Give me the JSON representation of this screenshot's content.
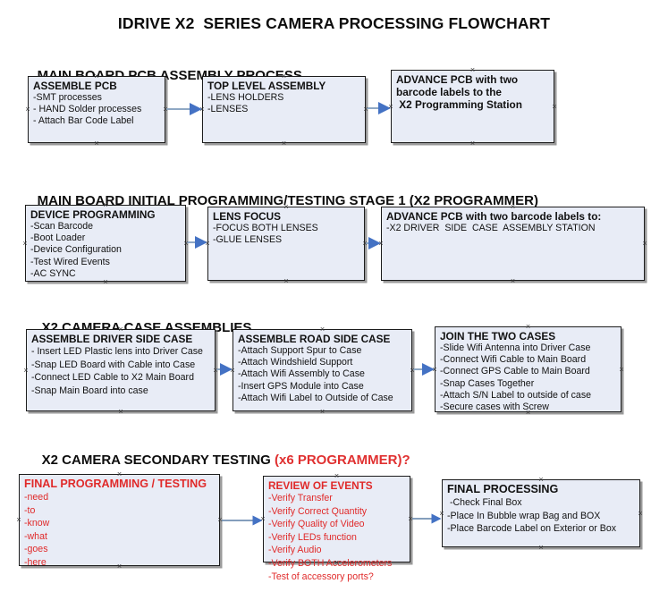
{
  "document": {
    "title": "IDRIVE X2  SERIES CAMERA PROCESSING FLOWCHART"
  },
  "sections": [
    {
      "id": "main-board-pcb-assembly",
      "heading": "MAIN BOARD PCB ASSEMBLY PROCESS",
      "heading_accent": "",
      "nodes": [
        {
          "id": "assemble-pcb",
          "title": "ASSEMBLE PCB",
          "lines": [
            "-SMT processes",
            "- HAND Solder processes",
            "- Attach Bar Code Label"
          ]
        },
        {
          "id": "top-level-assembly",
          "title": "TOP LEVEL ASSEMBLY",
          "lines": [
            "-LENS HOLDERS",
            "-LENSES"
          ]
        },
        {
          "id": "advance-pcb-to-x2-programming-station",
          "title": "ADVANCE PCB with two\nbarcode labels to the\n X2 Programming Station",
          "lines": []
        }
      ]
    },
    {
      "id": "main-board-initial-programming",
      "heading": "MAIN BOARD INITIAL PROGRAMMING/TESTING STAGE 1 (X2 PROGRAMMER)",
      "heading_accent": "",
      "nodes": [
        {
          "id": "device-programming",
          "title": "DEVICE PROGRAMMING",
          "lines": [
            "-Scan Barcode",
            "-Boot Loader",
            "-Device Configuration",
            "-Test Wired Events",
            "-AC SYNC"
          ]
        },
        {
          "id": "lens-focus",
          "title": "LENS FOCUS",
          "lines": [
            "-FOCUS BOTH LENSES",
            "-GLUE LENSES"
          ]
        },
        {
          "id": "advance-pcb-to-driver-side-case-station",
          "title": "ADVANCE PCB with two barcode labels to:",
          "lines": [
            "-X2 DRIVER  SIDE  CASE  ASSEMBLY STATION"
          ]
        }
      ]
    },
    {
      "id": "x2-camera-case-assemblies",
      "heading": "X2 CAMERA CASE ASSEMBLIES",
      "heading_accent": "",
      "nodes": [
        {
          "id": "assemble-driver-side-case",
          "title": "ASSEMBLE DRIVER SIDE CASE",
          "lines": [
            "- Insert LED Plastic lens into Driver Case",
            "-Snap LED Board with Cable into Case",
            "-Connect LED Cable to X2 Main Board",
            "-Snap Main Board into case"
          ]
        },
        {
          "id": "assemble-road-side-case",
          "title": "ASSEMBLE ROAD SIDE CASE",
          "lines": [
            "-Attach Support Spur to Case",
            "-Attach Windshield Support",
            "-Attach Wifi Assembly to Case",
            "-Insert GPS Module into Case",
            "-Attach Wifi Label to Outside of Case"
          ]
        },
        {
          "id": "join-the-two-cases",
          "title": "JOIN THE TWO CASES",
          "lines": [
            "-Slide Wifi Antenna into Driver Case",
            "-Connect Wifi Cable to Main Board",
            "-Connect GPS Cable to Main Board",
            "-Snap Cases Together",
            "-Attach S/N Label to outside of case",
            "-Secure cases with Screw"
          ]
        }
      ]
    },
    {
      "id": "x2-camera-secondary-testing",
      "heading": "X2 CAMERA SECONDARY TESTING ",
      "heading_accent": "(x6 PROGRAMMER)?",
      "nodes": [
        {
          "id": "final-programming-testing",
          "title": "FINAL PROGRAMMING / TESTING",
          "lines": [
            "-need",
            "-to",
            "-know",
            "-what",
            "-goes",
            "-here"
          ]
        },
        {
          "id": "review-of-events",
          "title": "REVIEW OF EVENTS",
          "lines": [
            "-Verify Transfer",
            "-Verify Correct Quantity",
            "-Verify Quality of Video",
            "-Verify LEDs function",
            "-Verify Audio",
            "-Verify BOTH Accelerometers",
            "-Test of accessory ports?"
          ]
        },
        {
          "id": "final-processing",
          "title": "FINAL PROCESSING",
          "lines": [
            " -Check Final Box",
            "-Place In Bubble wrap Bag and BOX",
            "-Place Barcode Label on Exterior or Box"
          ]
        }
      ]
    }
  ],
  "colors": {
    "node_fill": "#e8ecf6",
    "node_border": "#1c1c1c",
    "connector_line": "#8fa8c4",
    "connector_arrow": "#4472c4",
    "text": "#111111",
    "accent_red": "#e02a2a"
  }
}
